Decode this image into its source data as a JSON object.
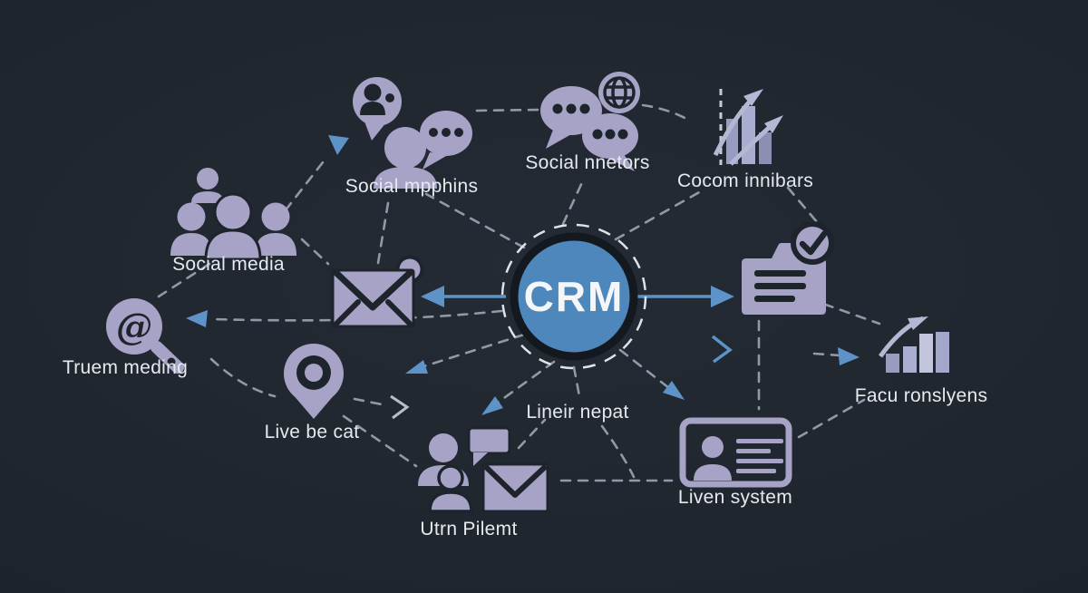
{
  "diagram": {
    "center_label": "CRM",
    "at_glyph": "@"
  },
  "nodes": {
    "social_mpphins": {
      "label": "Social mpphins"
    },
    "social_nnetors": {
      "label": "Social nnetors"
    },
    "cocom_innibars": {
      "label": "Cocom innibars"
    },
    "social_media": {
      "label": "Social media"
    },
    "truem_meding": {
      "label": "Truem meding"
    },
    "live_be_cat": {
      "label": "Live be cat"
    },
    "lineir_nepat": {
      "label": "Lineir nepat"
    },
    "utrn_pilemt": {
      "label": "Utrn Pilemt"
    },
    "liven_system": {
      "label": "Liven system"
    },
    "facu_ronslyens": {
      "label": "Facu ronslyens"
    }
  },
  "colors": {
    "background": "#1e242c",
    "icon_lavender": "#a7a3c7",
    "crm_blue": "#4d87bc",
    "arrow_blue": "#5e93c8",
    "dash_gray": "#9099a6",
    "label_text": "#e6e9ed"
  }
}
